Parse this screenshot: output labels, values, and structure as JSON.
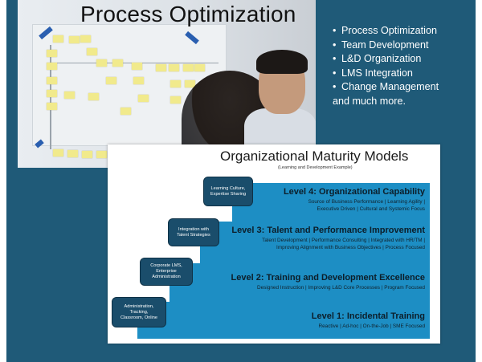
{
  "photo": {
    "title": "Process Optimization"
  },
  "bullets": {
    "items": [
      "Process Optimization",
      "Team Development",
      "L&D Organization",
      "LMS Integration",
      "Change Management"
    ],
    "footer": "and much more."
  },
  "slide": {
    "title": "Organizational Maturity Models",
    "subtitle": "(Learning and Development Example)",
    "levels": [
      {
        "title": "Level 4: Organizational Capability",
        "desc_lines": [
          "Source of Business Performance | Learning Agility |",
          "Executive Driven | Cultural and Systemic Focus"
        ],
        "tag": [
          "Learning Culture,",
          "Expertise Sharing"
        ]
      },
      {
        "title": "Level 3: Talent and Performance Improvement",
        "desc_lines": [
          "Talent Development | Performance Consulting | Integrated with HR/TM |",
          "Improving Alignment with Business Objectives | Process Focused"
        ],
        "tag": [
          "Integration with",
          "Talent Strategies"
        ]
      },
      {
        "title": "Level 2: Training and Development Excellence",
        "desc_lines": [
          "Designed Instruction | Improving L&D Core Processes | Program Focused"
        ],
        "tag": [
          "Corporate LMS,",
          "Enterprise",
          "Administration"
        ]
      },
      {
        "title": "Level 1: Incidental Training",
        "desc_lines": [
          "Reactive | Ad-hoc | On-the-Job | SME Focused"
        ],
        "tag": [
          "Administration,",
          "Tracking,",
          "Classroom, Online"
        ]
      }
    ]
  },
  "colors": {
    "panel": "#1f5a78",
    "step": "#1d8ec4",
    "tag": "#1a4d6b",
    "sticky": "#f1ea8c"
  }
}
